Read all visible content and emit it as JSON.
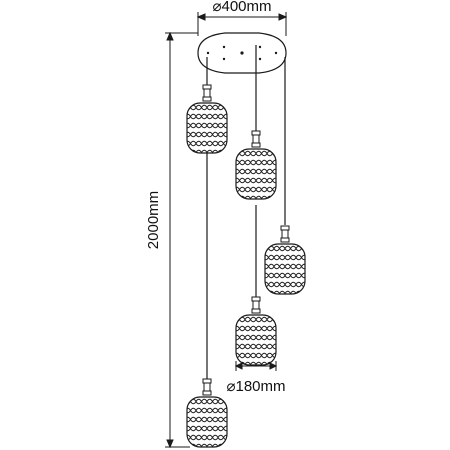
{
  "dimensions": {
    "canopy_diameter": "⌀400mm",
    "shade_diameter": "⌀180mm",
    "total_height": "2000mm"
  },
  "colors": {
    "line": "#1a1a1a",
    "fill": "#ffffff"
  },
  "pendant_count": 5
}
